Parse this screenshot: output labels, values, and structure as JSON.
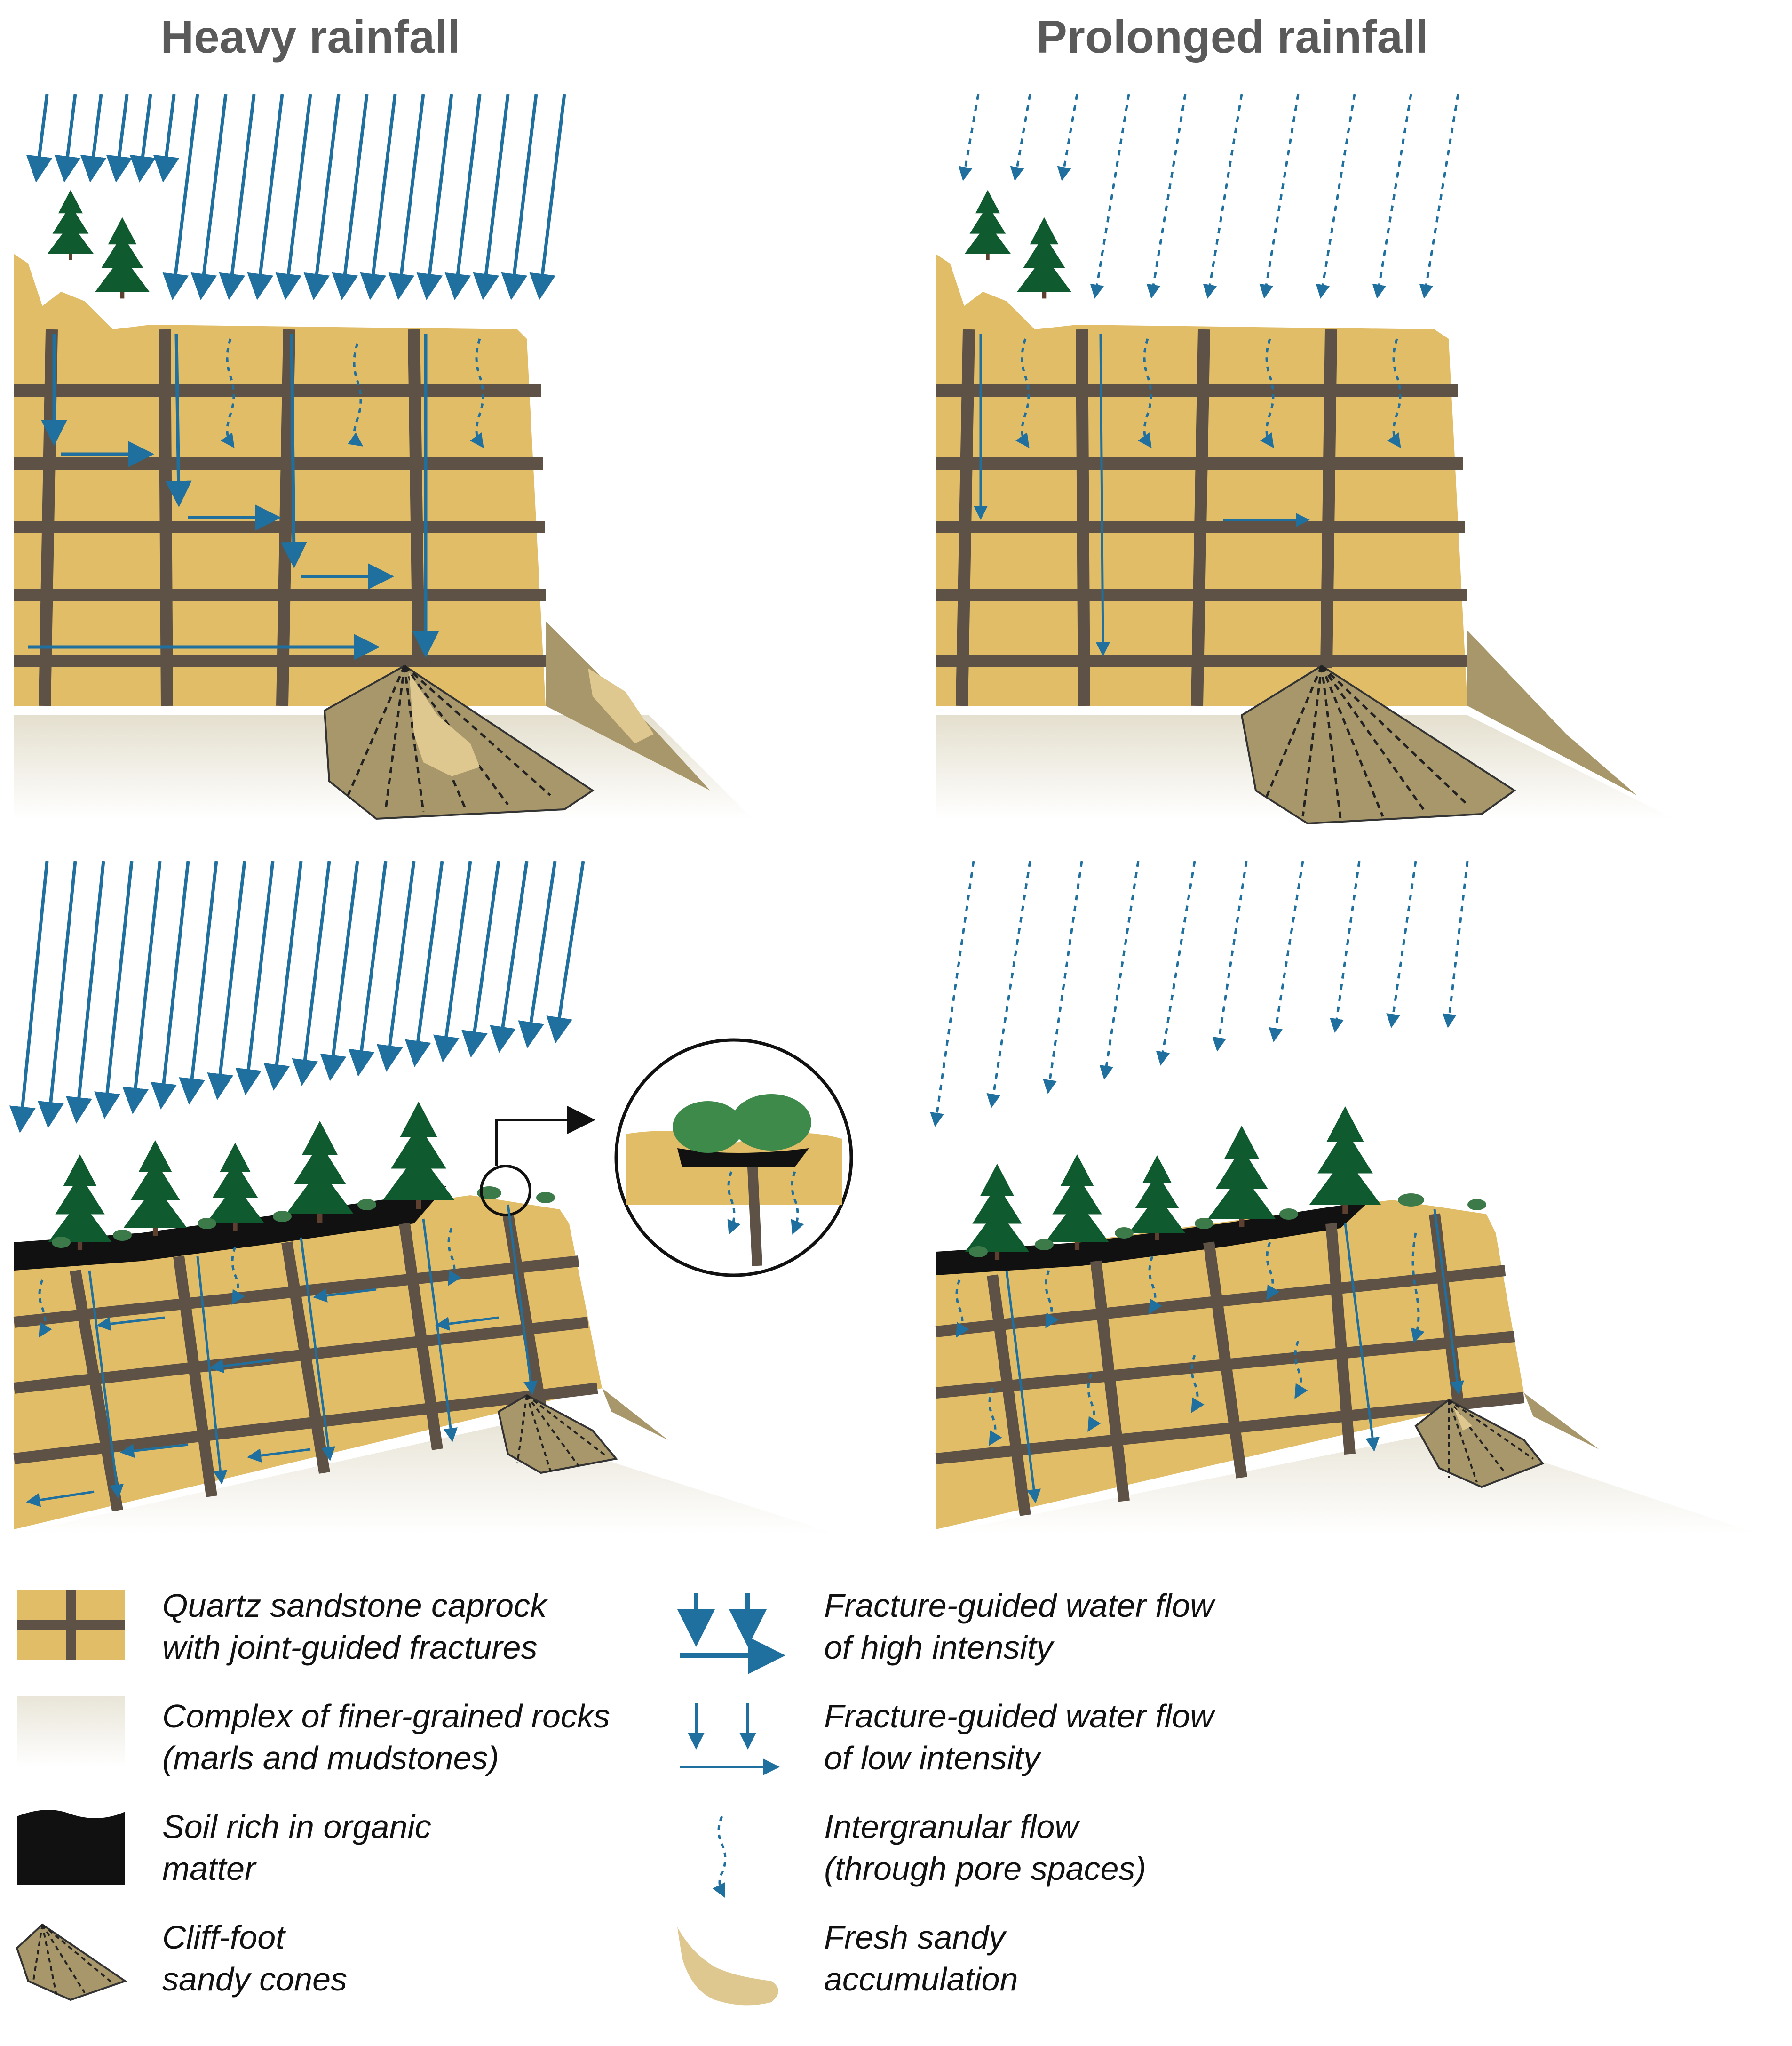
{
  "headings": {
    "heavy": "Heavy rainfall",
    "prolonged": "Prolonged rainfall"
  },
  "colors": {
    "sandstone": "#e2bd68",
    "fracture": "#5e5246",
    "water": "#1f6f9f",
    "soil": "#111111",
    "cone": "#a8976a",
    "fresh_sand": "#dfc88f",
    "tree": "#0f5a2e",
    "marl": "#e9e5d8"
  },
  "legend": {
    "caprock": [
      "Quartz sandstone caprock",
      "with joint-guided fractures"
    ],
    "marls": [
      "Complex of finer-grained rocks",
      "(marls and mudstones)"
    ],
    "soil": [
      "Soil rich in organic",
      "matter"
    ],
    "cones": [
      "Cliff-foot",
      "sandy cones"
    ],
    "high_flow": [
      "Fracture-guided water flow",
      "of high intensity"
    ],
    "low_flow": [
      "Fracture-guided water flow",
      "of low intensity"
    ],
    "intergranular": [
      "Intergranular flow",
      "(through pore spaces)"
    ],
    "fresh_sand": [
      "Fresh sandy",
      "accumulation"
    ]
  }
}
